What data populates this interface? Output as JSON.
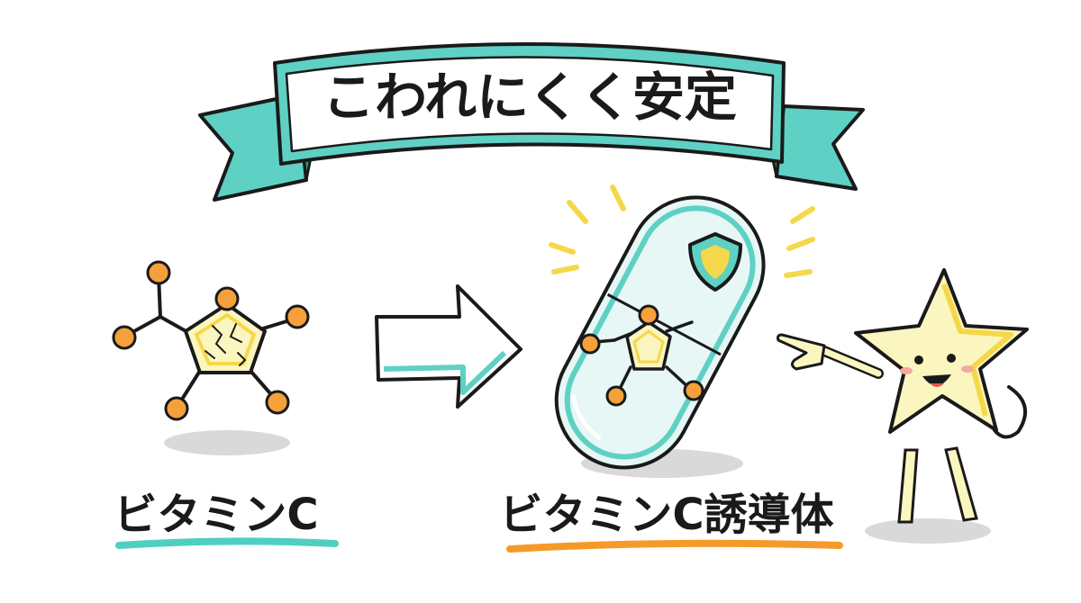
{
  "banner": {
    "text": "こわれにくく安定"
  },
  "left_item": {
    "label": "ビタミンC"
  },
  "right_item": {
    "label": "ビタミンC誘導体"
  },
  "colors": {
    "teal": "#5fd0c4",
    "orange": "#f5a03a",
    "yellow": "#f5d84a",
    "pale_yellow": "#fbf6c0",
    "ink": "#1a1a1a",
    "shadow": "#d9d9d9",
    "left_underline": "#4fcfc0",
    "right_underline": "#f59a2a"
  },
  "icons": [
    "shield-icon",
    "star-mascot",
    "arrow-right-icon",
    "capsule-icon"
  ]
}
